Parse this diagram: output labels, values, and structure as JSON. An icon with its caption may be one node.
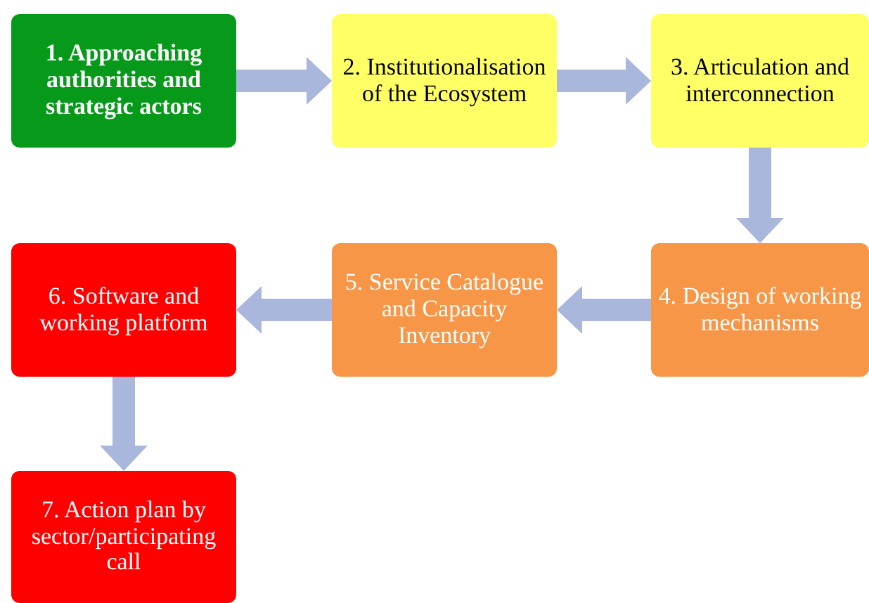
{
  "diagram": {
    "nodes": [
      {
        "text": [
          "1. Approaching authorities and strategic actors"
        ]
      },
      {
        "text": [
          "2. Institutionalisation of the Ecosystem"
        ]
      },
      {
        "text": [
          "3. Articulation and interconnection"
        ]
      },
      {
        "text": [
          "4. Design of working mechanisms"
        ]
      },
      {
        "text": [
          "5. Service Catalogue and Capacity Inventory"
        ]
      },
      {
        "text": [
          "6. Software and working platform"
        ]
      },
      {
        "text": [
          "7. Action plan by sector/participating call"
        ]
      }
    ],
    "edges": [
      {
        "from": 0,
        "to": 1,
        "arrow": "to"
      },
      {
        "from": 1,
        "to": 2,
        "arrow": "to"
      },
      {
        "from": 2,
        "to": 3,
        "arrow": "to"
      },
      {
        "from": 3,
        "to": 4,
        "arrow": "to"
      },
      {
        "from": 4,
        "to": 5,
        "arrow": "to"
      },
      {
        "from": 5,
        "to": 6,
        "arrow": "to"
      }
    ]
  }
}
